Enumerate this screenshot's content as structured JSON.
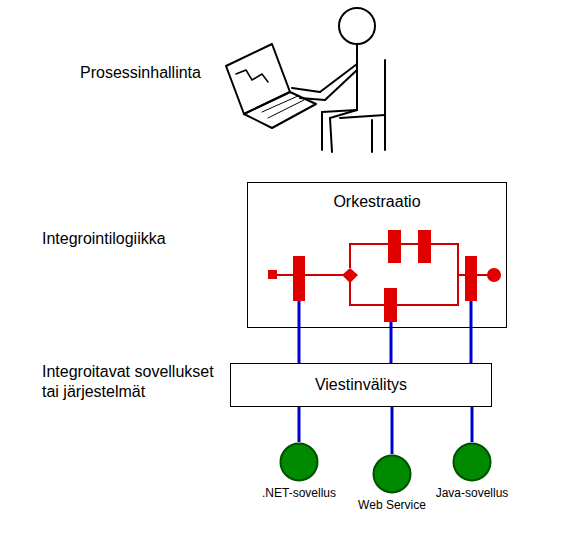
{
  "diagram": {
    "nodes": [
      {
        "text": [
          "Orkestraatio"
        ]
      },
      {
        "text": [
          "Viestinvälitys"
        ]
      },
      {
        "text": [
          ".NET-sovellus"
        ]
      },
      {
        "text": [
          "Web Service"
        ]
      },
      {
        "text": [
          "Java-sovellus"
        ]
      }
    ],
    "edges": [
      {
        "from": 0,
        "to": 1,
        "arrow": "none"
      },
      {
        "from": 0,
        "to": 1,
        "arrow": "none"
      },
      {
        "from": 0,
        "to": 1,
        "arrow": "none"
      },
      {
        "from": 1,
        "to": 2,
        "arrow": "none"
      },
      {
        "from": 1,
        "to": 3,
        "arrow": "none"
      },
      {
        "from": 1,
        "to": 4,
        "arrow": "none"
      }
    ],
    "labels": [
      "Prosessinhallinta",
      "Integrointilogiikka",
      "Integroitavat sovellukset tai järjestelmät"
    ]
  }
}
